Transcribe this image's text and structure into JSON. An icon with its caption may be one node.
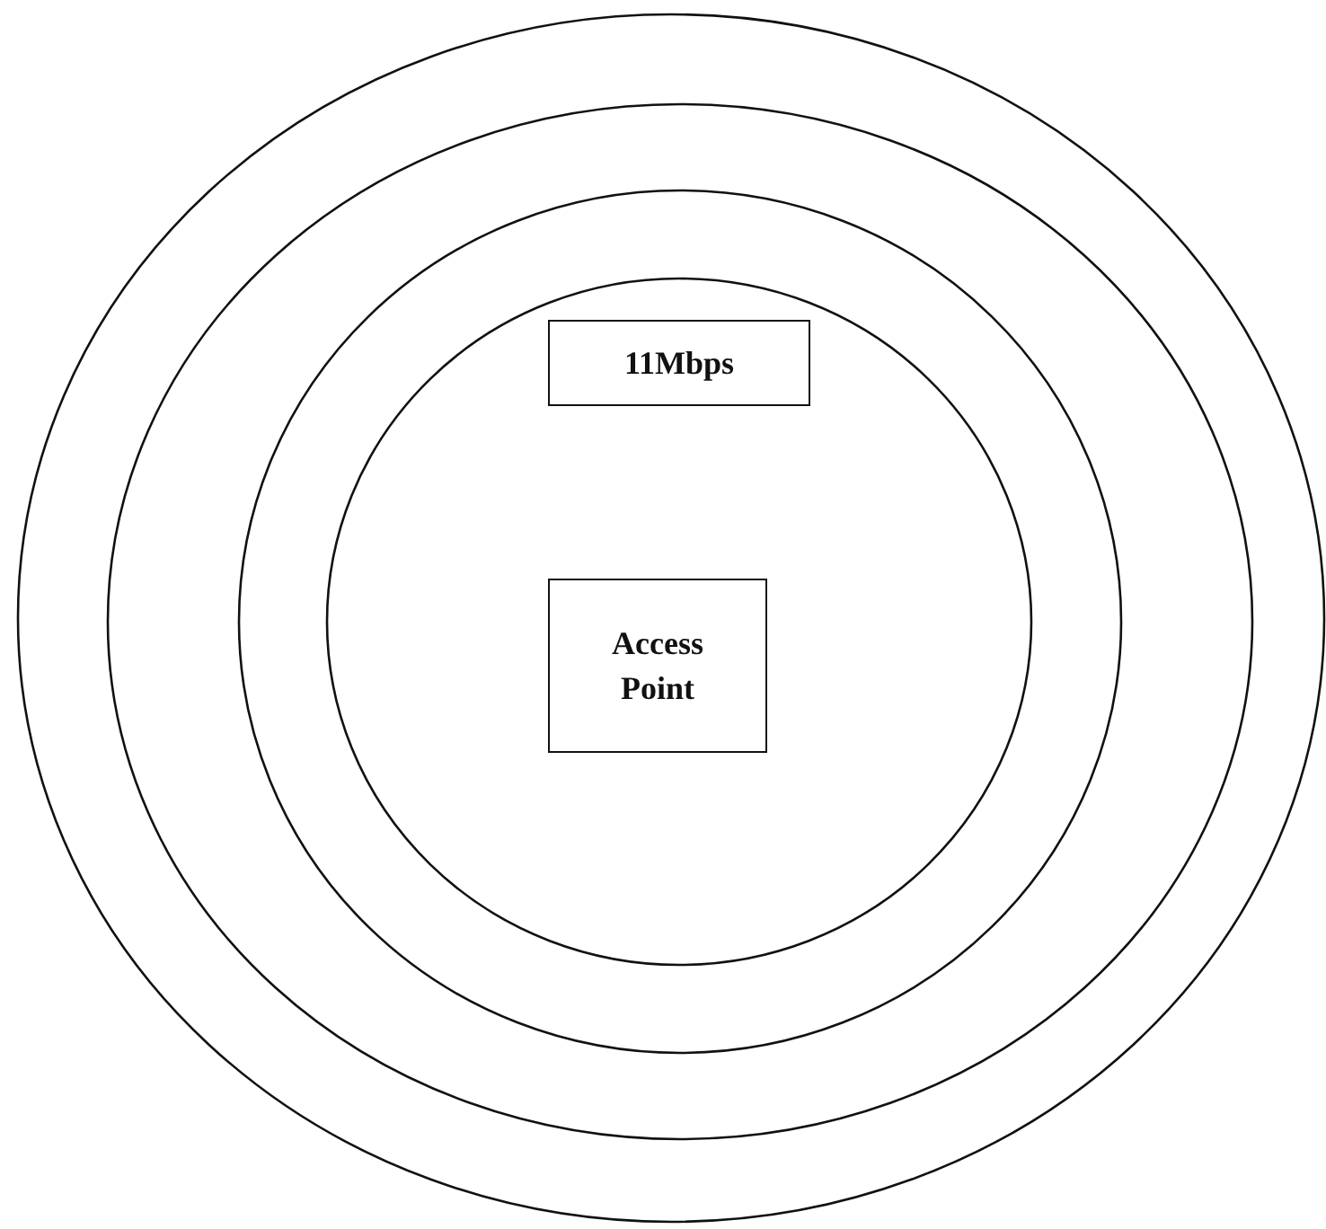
{
  "diagram": {
    "nodes": [
      {
        "text": [],
        "shape": "circle"
      },
      {
        "text": [],
        "shape": "circle",
        "in": 0
      },
      {
        "text": [],
        "shape": "circle",
        "in": 1
      },
      {
        "text": [],
        "shape": "circle",
        "in": 2
      },
      {
        "text": [
          "11Mbps"
        ],
        "in": 3
      },
      {
        "text": [
          "Access Point"
        ],
        "in": 3
      }
    ]
  }
}
